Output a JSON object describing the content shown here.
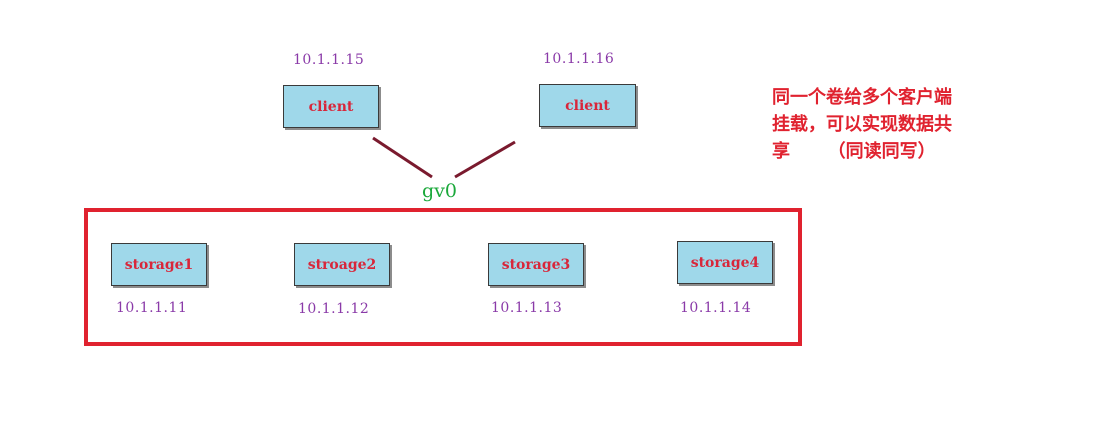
{
  "clients": [
    {
      "label": "client",
      "ip": "10.1.1.15"
    },
    {
      "label": "client",
      "ip": "10.1.1.16"
    }
  ],
  "volume": {
    "label": "gv0"
  },
  "storages": [
    {
      "label": "storage1",
      "ip": "10.1.1.11"
    },
    {
      "label": "stroage2",
      "ip": "10.1.1.12"
    },
    {
      "label": "storage3",
      "ip": "10.1.1.13"
    },
    {
      "label": "storage4",
      "ip": "10.1.1.14"
    }
  ],
  "note": {
    "lines": [
      "同一个卷给多个客户端",
      "挂载，可以实现数据共",
      "享      （同读同写）"
    ]
  },
  "colors": {
    "node_fill": "#9fd8ea",
    "node_text": "#d8263a",
    "ip_text": "#8a3aa8",
    "link": "#7a1a2e",
    "volume_text": "#1aa83a",
    "group_border": "#e0222f",
    "note_text": "#e0222f"
  }
}
